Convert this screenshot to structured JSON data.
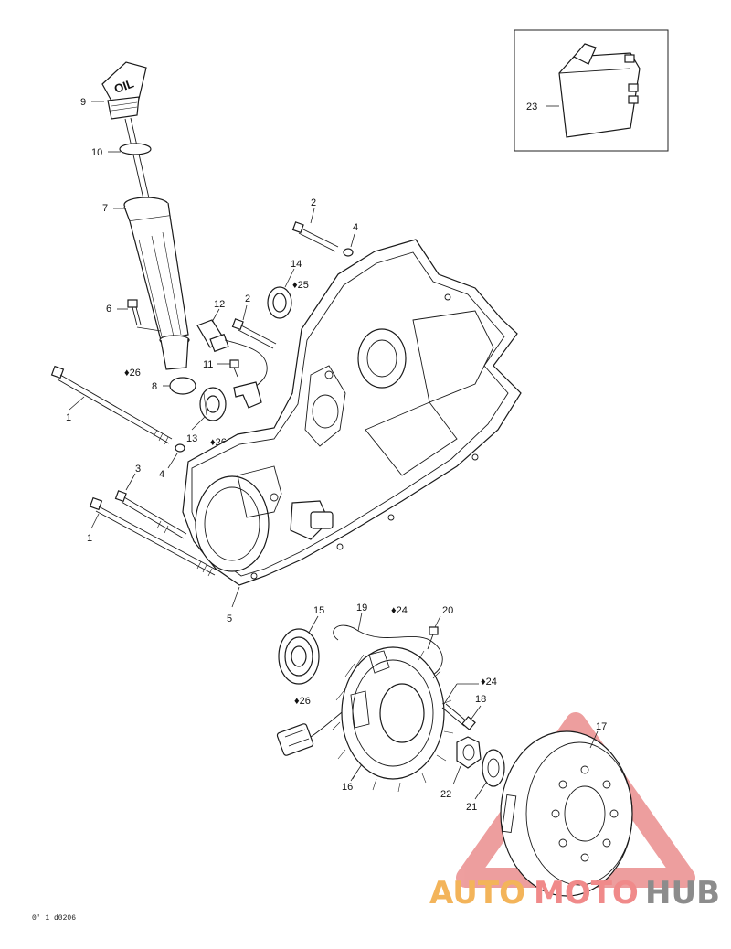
{
  "callouts": {
    "c1a": "1",
    "c1b": "1",
    "c2a": "2",
    "c2b": "2",
    "c3": "3",
    "c4a": "4",
    "c4b": "4",
    "c5": "5",
    "c6": "6",
    "c7": "7",
    "c8": "8",
    "c9": "9",
    "c10": "10",
    "c11": "11",
    "c12": "12",
    "c13": "13",
    "c14": "14",
    "c15": "15",
    "c16": "16",
    "c17": "17",
    "c18": "18",
    "c19": "19",
    "c20": "20",
    "c21": "21",
    "c22": "22",
    "c23": "23",
    "c25": "25",
    "c26a": "26",
    "c26b": "26",
    "c26c": "26",
    "c24a": "24",
    "c24b": "24"
  },
  "oil_cap_text": "OIL",
  "drawing_code": "0' 1 d0206",
  "watermark": {
    "part1": "AUTO",
    "part2": "MOTO",
    "part3": "HUB"
  },
  "colors": {
    "line": "#1a1a1a",
    "watermark_red": "#e05050",
    "watermark_orange": "#f3b45a",
    "watermark_gray": "#8c8c8c"
  }
}
